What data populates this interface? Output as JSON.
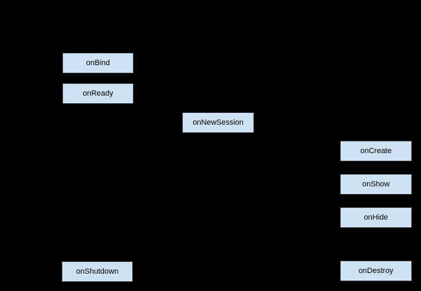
{
  "diagram": {
    "description": "Service lifecycle callback flow diagram on black background",
    "background_color": "#000000",
    "node_style": {
      "fill_color": "#cfe2f3",
      "border_color": "#333333",
      "text_color": "#000000"
    },
    "nodes": [
      {
        "id": "onBind",
        "label": "onBind"
      },
      {
        "id": "onReady",
        "label": "onReady"
      },
      {
        "id": "onNewSession",
        "label": "onNewSession"
      },
      {
        "id": "onCreate",
        "label": "onCreate"
      },
      {
        "id": "onShow",
        "label": "onShow"
      },
      {
        "id": "onHide",
        "label": "onHide"
      },
      {
        "id": "onShutdown",
        "label": "onShutdown"
      },
      {
        "id": "onDestroy",
        "label": "onDestroy"
      }
    ]
  }
}
